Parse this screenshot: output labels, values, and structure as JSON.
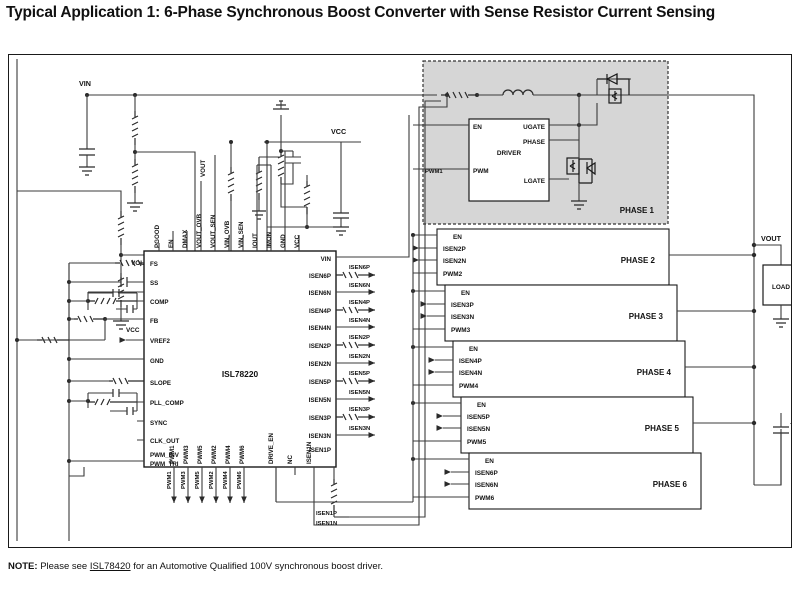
{
  "title": "Typical Application 1: 6-Phase Synchronous Boost Converter with Sense Resistor Current Sensing",
  "note": {
    "prefix": "NOTE:",
    "lead": "Please see",
    "link": "ISL78420",
    "tail": "for an Automotive Qualified 100V synchronous boost driver."
  },
  "ic": {
    "name": "ISL78220",
    "pins_left": [
      "FS",
      "SS",
      "COMP",
      "FB",
      "VREF2",
      "GND",
      "SLOPE",
      "PLL_COMP",
      "SYNC",
      "CLK_OUT",
      "PWM_INV",
      "PWM_TRI"
    ],
    "pins_top": [
      "PGOOD",
      "EN",
      "DMAX",
      "VOUT_OVB",
      "VOUT_SEN",
      "VIN_OVB",
      "VIN_SEN",
      "IOUT",
      "IMON",
      "GND",
      "VCC"
    ],
    "pins_right": [
      "VIN",
      "ISEN6P",
      "ISEN6N",
      "ISEN4P",
      "ISEN4N",
      "ISEN2P",
      "ISEN2N",
      "ISEN5P",
      "ISEN5N",
      "ISEN3P",
      "ISEN3N",
      "ISEN1P"
    ],
    "pins_bottom": [
      "PWM1",
      "PWM3",
      "PWM5",
      "PWM2",
      "PWM4",
      "PWM6",
      "DRIVE_EN",
      "NC",
      "ISEN1N"
    ],
    "pwm_out_labels": [
      "PWM1",
      "PWM3",
      "PWM5",
      "PWM2",
      "PWM4",
      "PWM6"
    ],
    "vref_rail": "VCC"
  },
  "nets": {
    "vin": "VIN",
    "vout": "VOUT",
    "vout_sen": "VOUT_SEN",
    "vcc": "VCC",
    "load": "LOAD",
    "isen1p": "ISEN1P",
    "isen1n": "ISEN1N"
  },
  "sense_labels": [
    "ISEN6P",
    "ISEN6N",
    "ISEN4P",
    "ISEN4N",
    "ISEN2P",
    "ISEN2N",
    "ISEN5P",
    "ISEN5N",
    "ISEN3P",
    "ISEN3N"
  ],
  "phase1": {
    "name": "PHASE 1",
    "driver": "DRIVER",
    "inputs": [
      "EN",
      "PWM"
    ],
    "outputs": [
      "UGATE",
      "PHASE",
      "LGATE"
    ],
    "pwm_net": "PWM1"
  },
  "phases": [
    {
      "name": "PHASE 2",
      "pins": [
        "EN",
        "ISEN2P",
        "ISEN2N",
        "PWM2"
      ]
    },
    {
      "name": "PHASE 3",
      "pins": [
        "EN",
        "ISEN3P",
        "ISEN3N",
        "PWM3"
      ]
    },
    {
      "name": "PHASE 4",
      "pins": [
        "EN",
        "ISEN4P",
        "ISEN4N",
        "PWM4"
      ]
    },
    {
      "name": "PHASE 5",
      "pins": [
        "EN",
        "ISEN5P",
        "ISEN5N",
        "PWM5"
      ]
    },
    {
      "name": "PHASE 6",
      "pins": [
        "EN",
        "ISEN6P",
        "ISEN6N",
        "PWM6"
      ]
    }
  ],
  "colors": {
    "phase1_fill": "#d6d6d6",
    "wire": "#3b3b3b",
    "outline": "#1a1a1a"
  }
}
